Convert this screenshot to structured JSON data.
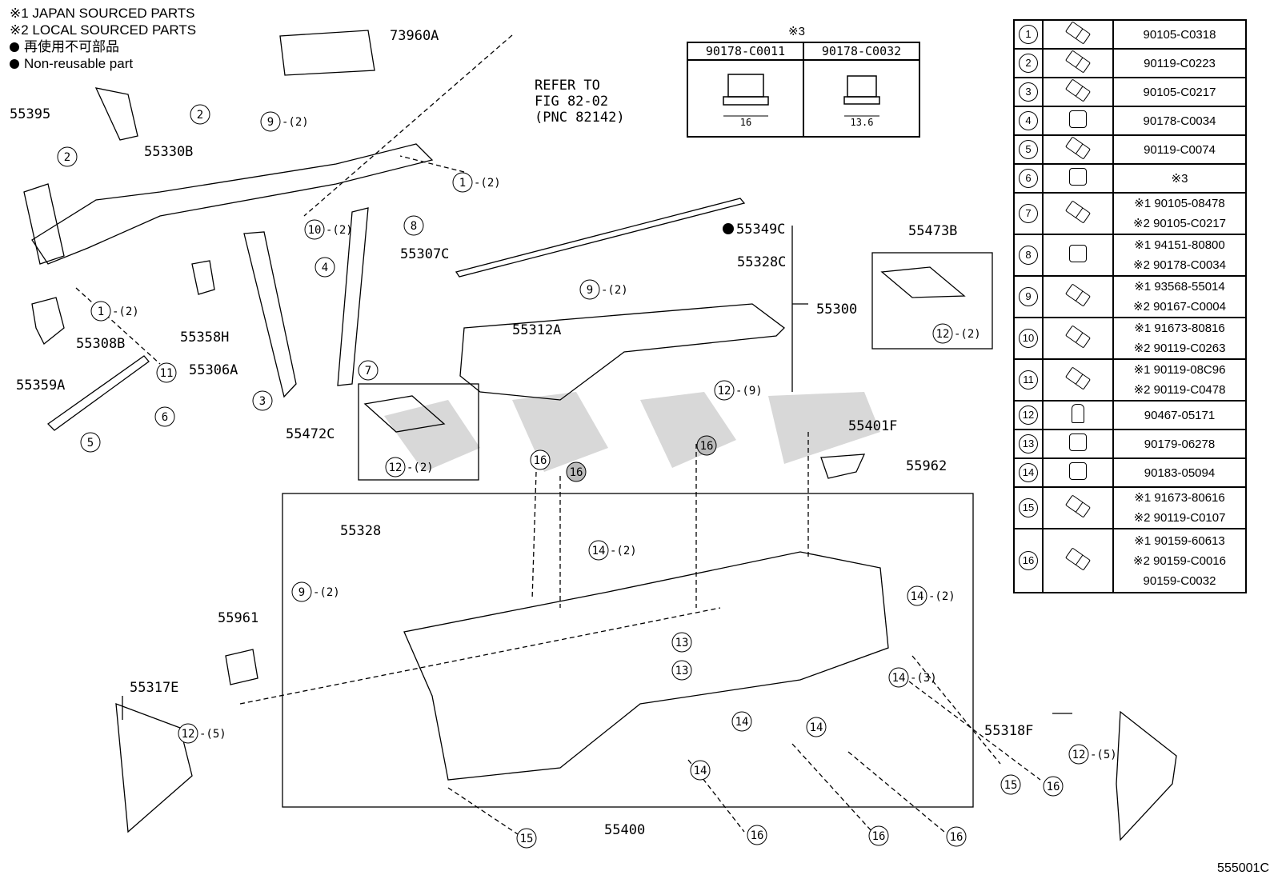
{
  "legend": {
    "japan": "※1 JAPAN SOURCED PARTS",
    "local": "※2 LOCAL SOURCED PARTS",
    "non_reusable_jp": "再使用不可部品",
    "non_reusable_en": "Non-reusable part"
  },
  "refer_text": "REFER TO\nFIG 82-02\n(PNC 82142)",
  "nut_table": {
    "title": "※3",
    "cols": [
      {
        "part": "90178-C0011",
        "size": "16"
      },
      {
        "part": "90178-C0032",
        "size": "13.6"
      }
    ]
  },
  "parts_table": [
    {
      "num": "1",
      "icon": "bolt-icon",
      "parts": [
        "90105-C0318"
      ]
    },
    {
      "num": "2",
      "icon": "bolt-icon",
      "parts": [
        "90119-C0223"
      ]
    },
    {
      "num": "3",
      "icon": "bolt-icon",
      "parts": [
        "90105-C0217"
      ]
    },
    {
      "num": "4",
      "icon": "nut-icon",
      "parts": [
        "90178-C0034"
      ]
    },
    {
      "num": "5",
      "icon": "bolt-icon",
      "parts": [
        "90119-C0074"
      ]
    },
    {
      "num": "6",
      "icon": "nut-icon",
      "parts": [
        "※3"
      ]
    },
    {
      "num": "7",
      "icon": "bolt-icon",
      "parts": [
        "※1 90105-08478",
        "※2 90105-C0217"
      ]
    },
    {
      "num": "8",
      "icon": "nut-icon",
      "parts": [
        "※1 94151-80800",
        "※2 90178-C0034"
      ]
    },
    {
      "num": "9",
      "icon": "bolt-icon",
      "parts": [
        "※1 93568-55014",
        "※2 90167-C0004"
      ]
    },
    {
      "num": "10",
      "icon": "bolt-icon",
      "parts": [
        "※1 91673-80816",
        "※2 90119-C0263"
      ]
    },
    {
      "num": "11",
      "icon": "bolt-icon",
      "parts": [
        "※1 90119-08C96",
        "※2 90119-C0478"
      ]
    },
    {
      "num": "12",
      "icon": "clip-icon",
      "parts": [
        "90467-05171"
      ]
    },
    {
      "num": "13",
      "icon": "nut-icon",
      "parts": [
        "90179-06278"
      ]
    },
    {
      "num": "14",
      "icon": "nut-icon",
      "parts": [
        "90183-05094"
      ]
    },
    {
      "num": "15",
      "icon": "bolt-icon",
      "parts": [
        "※1 91673-80616",
        "※2 90119-C0107"
      ]
    },
    {
      "num": "16",
      "icon": "screw-icon",
      "parts": [
        "※1 90159-60613",
        "※2 90159-C0016",
        "90159-C0032"
      ]
    }
  ],
  "labels": {
    "p73960A": "73960A",
    "p55395": "55395",
    "p55330B": "55330B",
    "p55358H": "55358H",
    "p55359A": "55359A",
    "p55308B": "55308B",
    "p55306A": "55306A",
    "p55307C": "55307C",
    "p55349C": "55349C",
    "p55328C": "55328C",
    "p55300": "55300",
    "p55312A": "55312A",
    "p55473B": "55473B",
    "p55472C": "55472C",
    "p55401F": "55401F",
    "p55962": "55962",
    "p55328": "55328",
    "p55961": "55961",
    "p55317E": "55317E",
    "p55318F": "55318F",
    "p55400": "55400"
  },
  "callouts": {
    "c1a": "1",
    "c1a_qty": "-(2)",
    "c1b": "1",
    "c1b_qty": "-(2)",
    "c2a": "2",
    "c2b": "2",
    "c3": "3",
    "c4": "4",
    "c5": "5",
    "c6": "6",
    "c7": "7",
    "c8": "8",
    "c9a": "9",
    "c9a_qty": "-(2)",
    "c9b": "9",
    "c9b_qty": "-(2)",
    "c9c": "9",
    "c9c_qty": "-(2)",
    "c10": "10",
    "c10_qty": "-(2)",
    "c11": "11",
    "c12a": "12",
    "c12a_qty": "-(2)",
    "c12b": "12",
    "c12b_qty": "-(9)",
    "c12c": "12",
    "c12c_qty": "-(2)",
    "c12d": "12",
    "c12d_qty": "-(5)",
    "c12e": "12",
    "c12e_qty": "-(5)",
    "c13a": "13",
    "c13b": "13",
    "c14a": "14",
    "c14a_qty": "-(2)",
    "c14b": "14",
    "c14b_qty": "-(2)",
    "c14c": "14",
    "c14c_qty": "-(3)",
    "c14d": "14",
    "c14e": "14",
    "c14f": "14",
    "c15a": "15",
    "c15b": "15",
    "c16a": "16",
    "c16b": "16",
    "c16c": "16",
    "c16d": "16",
    "c16e": "16",
    "c16f": "16",
    "c16g": "16"
  },
  "figure_id": "555001C"
}
